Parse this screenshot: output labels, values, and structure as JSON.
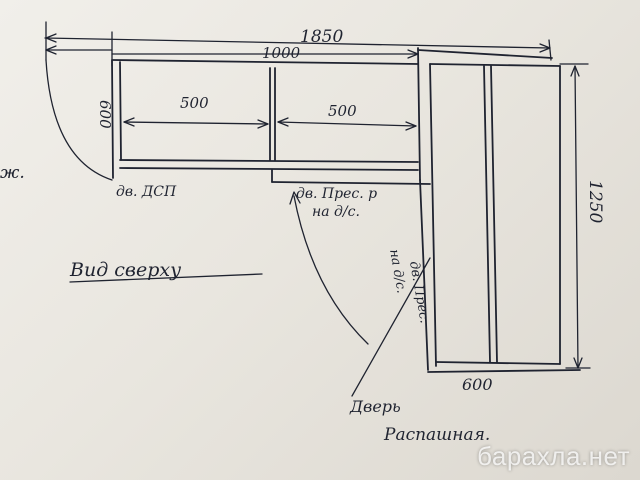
{
  "drawing": {
    "dims": {
      "overall_width": "1850",
      "sub_width": "1000",
      "depth_left": "600",
      "section_left": "500",
      "section_right": "500",
      "height_right": "1250",
      "bottom_width": "600"
    },
    "labels": {
      "view_title": "Вид сверху",
      "note_left": "дв. ДСП",
      "note_mid_1": "дв. Прес. р",
      "note_mid_2": "на д/с.",
      "note_right_1": "дв. Прес.",
      "note_right_2": "на д/с.",
      "door_1": "Дверь",
      "door_2": "Распашная.",
      "edge_fragment": "ж."
    },
    "ink_color": "#1f2330",
    "paper_color": "#ece9e3"
  },
  "watermark": "барахла.нет"
}
